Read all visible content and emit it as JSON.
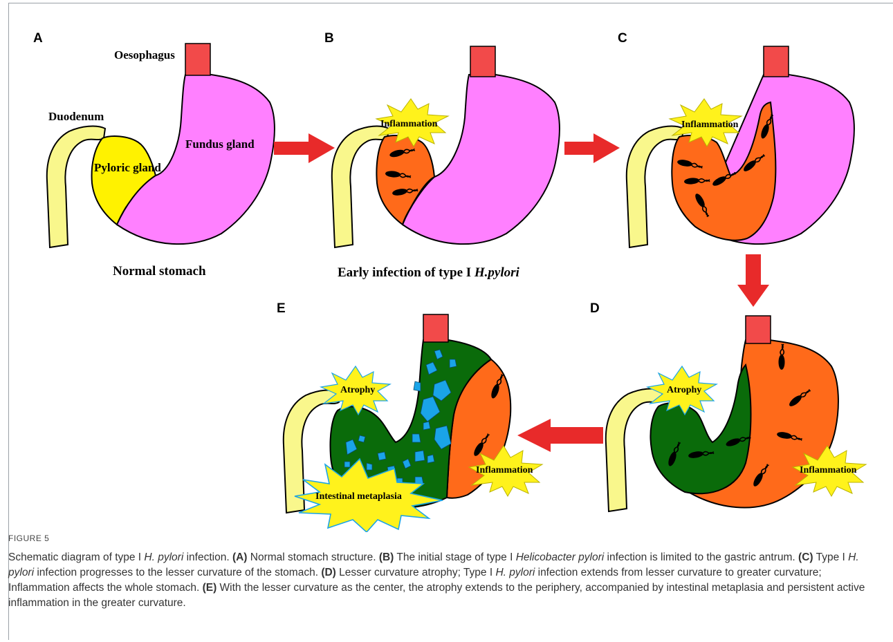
{
  "figure": {
    "panels": {
      "A": "A",
      "B": "B",
      "C": "C",
      "D": "D",
      "E": "E"
    },
    "labels": {
      "oesophagus": "Oesophagus",
      "duodenum": "Duodenum",
      "fundus_gland": "Fundus gland",
      "pyloric_gland": "Pyloric gland",
      "inflammation": "Inflammation",
      "atrophy": "Atrophy",
      "intestinal_metaplasia": "Intestinal metaplasia"
    },
    "subtitles": {
      "a": "Normal stomach",
      "b_prefix": "Early infection of type I ",
      "b_italic": "H.pylori"
    },
    "colors": {
      "oesophagus": "#f24a4a",
      "duodenum": "#f9f78c",
      "pyloric": "#fff200",
      "fundus": "#ff80ff",
      "inflamed": "#ff6a1a",
      "atrophy": "#0a6b0a",
      "metaplasia": "#1aa4e8",
      "arrow": "#e82a2a",
      "burst": "#fff21c"
    }
  },
  "caption": {
    "figure_label": "FIGURE 5",
    "t1": "Schematic diagram of type I ",
    "t1_i": "H. pylori",
    "t1_end": " infection. ",
    "a_key": "(A)",
    "a_text": " Normal stomach structure. ",
    "b_key": "(B)",
    "b_text": " The initial stage of type I ",
    "b_i": "Helicobacter pylori",
    "b_end": " infection is limited to the gastric antrum. ",
    "c_key": "(C)",
    "c_text": " Type I ",
    "c_i": "H. pylori",
    "c_end": " infection progresses to the lesser curvature of the stomach. ",
    "d_key": "(D)",
    "d_text": " Lesser curvature atrophy; Type I ",
    "d_i": "H. pylori",
    "d_end": " infection extends from lesser curvature to greater curvature; Inflammation affects the whole stomach. ",
    "e_key": "(E)",
    "e_text": " With the lesser curvature as the center, the atrophy extends to the periphery, accompanied by intestinal metaplasia and persistent active inflammation in the greater curvature."
  }
}
